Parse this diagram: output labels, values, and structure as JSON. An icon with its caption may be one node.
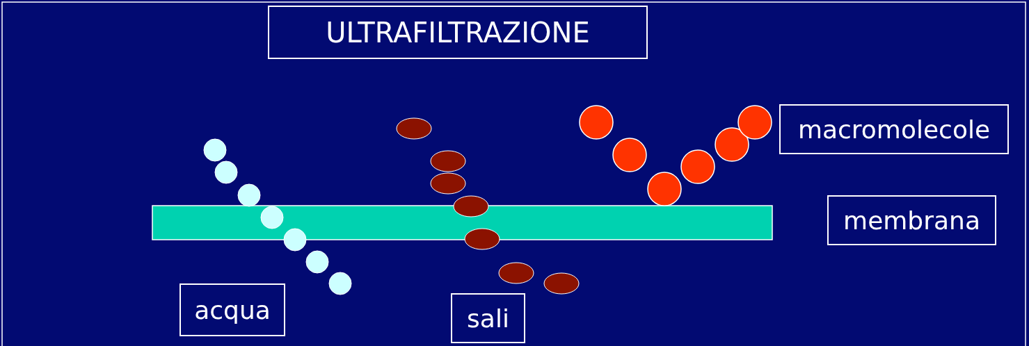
{
  "diagram": {
    "title": "ULTRAFILTRAZIONE",
    "nodes": [
      {
        "text": [
          "macromolecole"
        ]
      },
      {
        "text": [
          "membrana"
        ]
      },
      {
        "text": [
          "acqua"
        ]
      },
      {
        "text": [
          "sali"
        ]
      }
    ]
  }
}
